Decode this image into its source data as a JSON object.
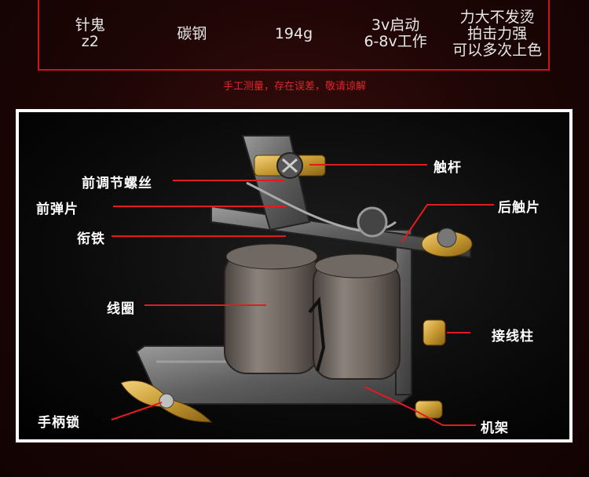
{
  "specs": [
    {
      "text": "针鬼\nz2"
    },
    {
      "text": "碳钢"
    },
    {
      "text": "194g"
    },
    {
      "text": "3v启动\n6-8v工作"
    },
    {
      "text": "力大不发烫\n拍击力强\n可以多次上色"
    }
  ],
  "notice": "手工测量，存在误差，敬请谅解",
  "labels": {
    "front_screw": "前调节螺丝",
    "front_spring": "前弹片",
    "armature": "衔铁",
    "coil": "线圈",
    "grip_lock": "手柄锁",
    "contact_rod": "触杆",
    "rear_contact": "后触片",
    "binding_post": "接线柱",
    "frame": "机架"
  },
  "colors": {
    "accent_red": "#c8161d",
    "notice_red": "#e0262b",
    "leader_red": "#e11b22"
  }
}
